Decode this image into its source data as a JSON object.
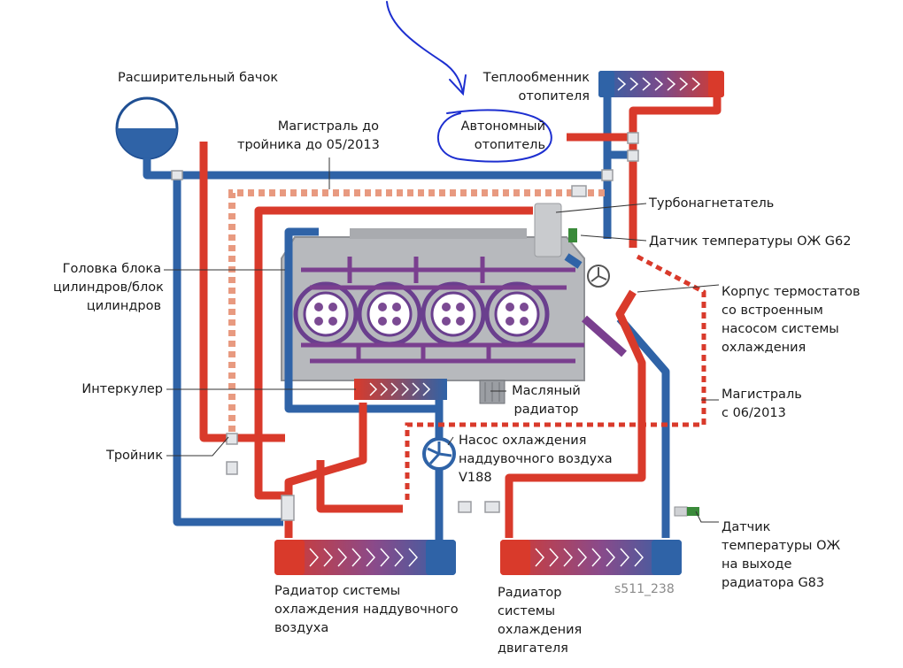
{
  "colors": {
    "hot": "#d93a2b",
    "cold": "#2f63a7",
    "mixed": "#7a3f8f",
    "engine_grey": "#b7b9bd",
    "hand_drawn_blue": "#1d2fd0",
    "sensor_green": "#3a8a3a"
  },
  "labels": {
    "expansion_tank": "Расширительный бачок",
    "heater_exchanger": [
      "Теплообменник",
      "отопителя"
    ],
    "autonomous_heater": [
      "Автономный",
      "отопитель"
    ],
    "line_until": [
      "Магистраль до",
      "тройника до 05/2013"
    ],
    "turbocharger": "Турбонагнетатель",
    "sensor_g62": "Датчик температуры ОЖ G62",
    "cylinder_head": [
      "Головка блока",
      "цилиндров/блок",
      "цилиндров"
    ],
    "thermostat_housing": [
      "Корпус термостатов",
      "со встроенным",
      "насосом системы",
      "охлаждения"
    ],
    "intercooler": "Интеркулер",
    "oil_cooler": [
      "Масляный",
      "радиатор"
    ],
    "line_from": [
      "Магистраль",
      "с 06/2013"
    ],
    "tee": "Тройник",
    "pump_v188": [
      "Насос охлаждения",
      "наддувочного воздуха",
      "V188"
    ],
    "sensor_g83": [
      "Датчик",
      "температуры ОЖ",
      "на выходе",
      "радиатора G83"
    ],
    "charge_air_radiator": [
      "Радиатор системы",
      "охлаждения наддувочного",
      "воздуха"
    ],
    "engine_radiator": [
      "Радиатор",
      "системы",
      "охлаждения",
      "двигателя"
    ],
    "figure_code": "s511_238"
  }
}
